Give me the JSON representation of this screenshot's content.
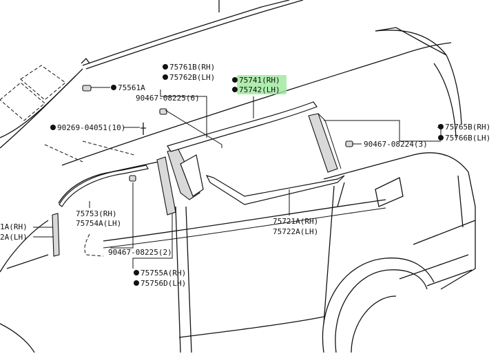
{
  "highlight_color": "#9be89b",
  "callouts": {
    "p75561A": "75561A",
    "p75761B": "75761B(RH)",
    "p75762B": "75762B(LH)",
    "p90467_6": "90467-08225(6)",
    "p75741": "75741(RH)",
    "p75742": "75742(LH)",
    "p90269": "90269-04051(10)",
    "p75765B": "75765B(RH)",
    "p75766B": "75766B(LH)",
    "p90467_3": "90467-08224(3)",
    "p75753": "75753(RH)",
    "p75754A": "75754A(LH)",
    "p75721A": "75721A(RH)",
    "p75722A": "75722A(LH)",
    "p1A": "1A(RH)",
    "p2A": "2A(LH)",
    "p90467_2": "90467-08225(2)",
    "p75755A": "75755A(RH)",
    "p75756D": "75756D(LH)"
  }
}
